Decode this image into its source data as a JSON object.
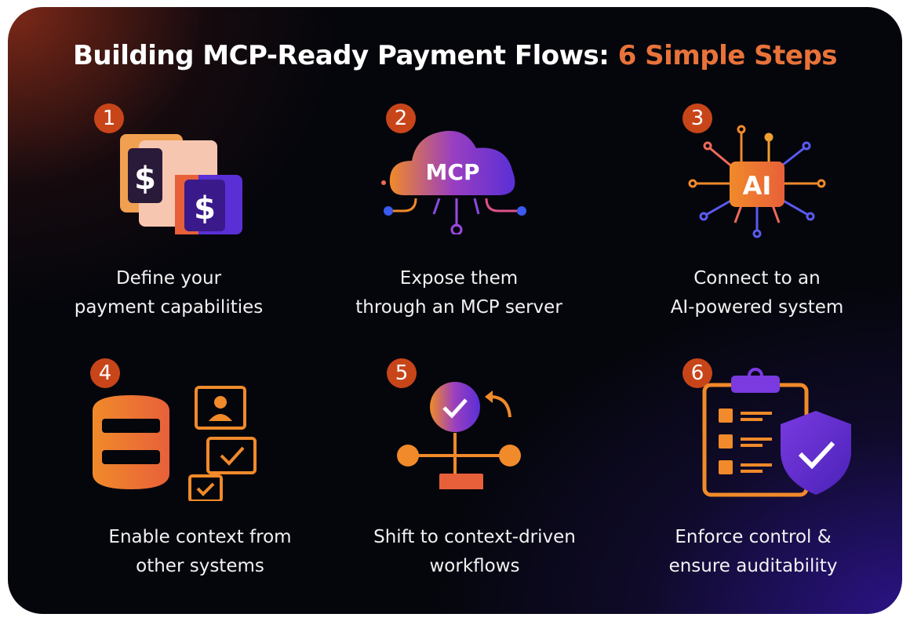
{
  "title": {
    "main": "Building MCP-Ready Payment Flows:",
    "accent": "6 Simple Steps"
  },
  "colors": {
    "accent": "#e8733a",
    "badge": "#c8451a",
    "purple": "#5a2fd6"
  },
  "steps": [
    {
      "number": "1",
      "line1": "Define your",
      "line2": "payment capabilities",
      "icon": "dollar-cards-icon"
    },
    {
      "number": "2",
      "line1": "Expose them",
      "line2": "through an MCP server",
      "icon": "mcp-cloud-icon",
      "icon_text": "MCP"
    },
    {
      "number": "3",
      "line1": "Connect to an",
      "line2": "AI-powered system",
      "icon": "ai-chip-icon",
      "icon_text": "AI"
    },
    {
      "number": "4",
      "line1": "Enable context from",
      "line2": "other systems",
      "icon": "database-icon"
    },
    {
      "number": "5",
      "line1": "Shift to context-driven",
      "line2": "workflows",
      "icon": "workflow-icon"
    },
    {
      "number": "6",
      "line1": "Enforce control &",
      "line2": "ensure auditability",
      "icon": "clipboard-shield-icon"
    }
  ]
}
